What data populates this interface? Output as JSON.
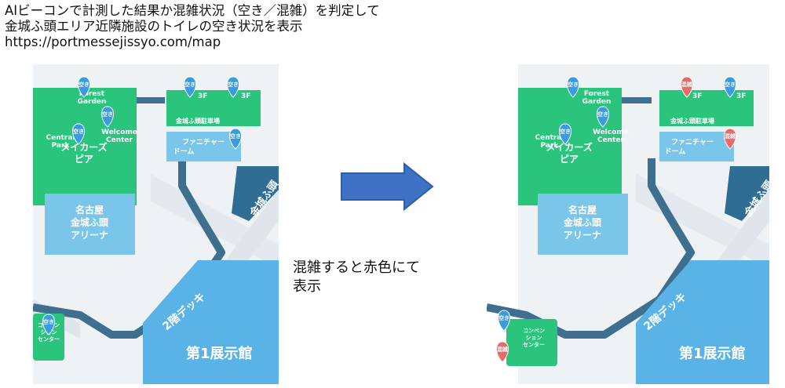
{
  "heading": {
    "line1": "AIビーコンで計測した結果か混雑状況（空き／混雑）を判定して",
    "line2": "金城ふ頭エリア近隣施設のトイレの空き状況を表示",
    "url": "https://portmessejissyo.com/map"
  },
  "caption": {
    "line1": "混雑すると赤色にて",
    "line2": "表示"
  },
  "map_labels": {
    "forest": "Forest\nGarden",
    "forest_l1": "Forest",
    "forest_l2": "Garden",
    "central_l1": "Central",
    "central_l2": "Park",
    "welcome_l1": "Welcome",
    "welcome_l2": "Center",
    "makers_l1": "メイカーズ",
    "makers_l2": "ピア",
    "parking": "金城ふ頭駐車場",
    "furniture_l1": "ファニチャー",
    "furniture_l2": "ドーム",
    "arena_l1": "名古屋",
    "arena_l2": "金城ふ頭",
    "arena_l3": "アリーナ",
    "deck": "2階デッキ",
    "hall": "第1展示館",
    "kinjo": "金城ふ頭",
    "convention_l1": "コンベン",
    "convention_l2": "ション",
    "convention_l3": "センター",
    "floor_3f": "3F"
  },
  "status": {
    "vacant": "空き",
    "crowded": "混雑"
  },
  "colors": {
    "vacant": "#3a9be0",
    "crowded": "#e86a6a",
    "green": "#2bc47d",
    "road": "#3f6f8f",
    "arrow": "#3f71c4"
  },
  "pins_before": [
    "vacant",
    "vacant",
    "vacant",
    "vacant",
    "vacant",
    "vacant",
    "vacant"
  ],
  "pins_after": [
    "vacant",
    "vacant",
    "vacant",
    "crowded",
    "vacant",
    "crowded",
    "vacant",
    "crowded"
  ]
}
